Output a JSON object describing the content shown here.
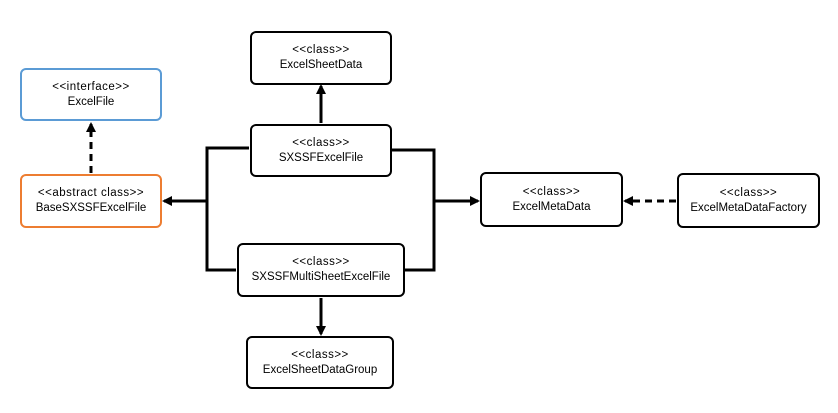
{
  "diagram": {
    "nodes": {
      "excel_file": {
        "stereotype": "<<interface>>",
        "name": "ExcelFile",
        "border_color": "#5B9BD5"
      },
      "base_sxssf": {
        "stereotype": "<<abstract class>>",
        "name": "BaseSXSSFExcelFile",
        "border_color": "#ED7D31"
      },
      "excel_sheet_data": {
        "stereotype": "<<class>>",
        "name": "ExcelSheetData",
        "border_color": "#000000"
      },
      "sxssf_excel_file": {
        "stereotype": "<<class>>",
        "name": "SXSSFExcelFile",
        "border_color": "#000000"
      },
      "sxssf_multi": {
        "stereotype": "<<class>>",
        "name": "SXSSFMultiSheetExcelFile",
        "border_color": "#000000"
      },
      "excel_sheet_data_group": {
        "stereotype": "<<class>>",
        "name": "ExcelSheetDataGroup",
        "border_color": "#000000"
      },
      "excel_meta_data": {
        "stereotype": "<<class>>",
        "name": "ExcelMetaData",
        "border_color": "#000000"
      },
      "excel_meta_data_factory": {
        "stereotype": "<<class>>",
        "name": "ExcelMetaDataFactory",
        "border_color": "#000000"
      }
    },
    "edges": [
      {
        "from": "base_sxssf",
        "to": "excel_file",
        "style": "dashed"
      },
      {
        "from": "sxssf_excel_file",
        "to": "excel_sheet_data",
        "style": "solid"
      },
      {
        "from": "sxssf_multi",
        "to": "excel_sheet_data_group",
        "style": "solid"
      },
      {
        "from": "sxssf_excel_file",
        "to": "base_sxssf",
        "style": "solid"
      },
      {
        "from": "sxssf_multi",
        "to": "base_sxssf",
        "style": "solid"
      },
      {
        "from": "sxssf_excel_file",
        "to": "excel_meta_data",
        "style": "solid"
      },
      {
        "from": "sxssf_multi",
        "to": "excel_meta_data",
        "style": "solid"
      },
      {
        "from": "excel_meta_data_factory",
        "to": "excel_meta_data",
        "style": "dashed"
      }
    ]
  }
}
